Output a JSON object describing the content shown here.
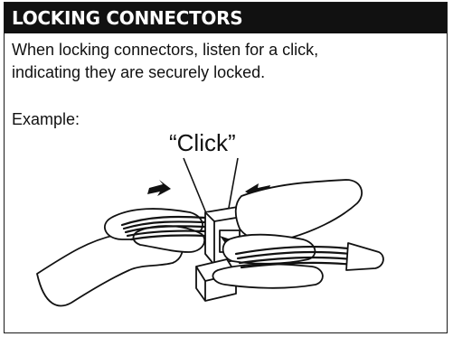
{
  "title": "LOCKING CONNECTORS",
  "body": {
    "line1": "When locking connectors, listen for a click,",
    "line2": "indicating they are securely locked."
  },
  "example_label": "Example:",
  "click_label": "“Click”",
  "illustration": {
    "subject": "two hands pushing wire connectors together",
    "icons": [
      "arrow-right-icon",
      "arrow-left-icon"
    ]
  }
}
